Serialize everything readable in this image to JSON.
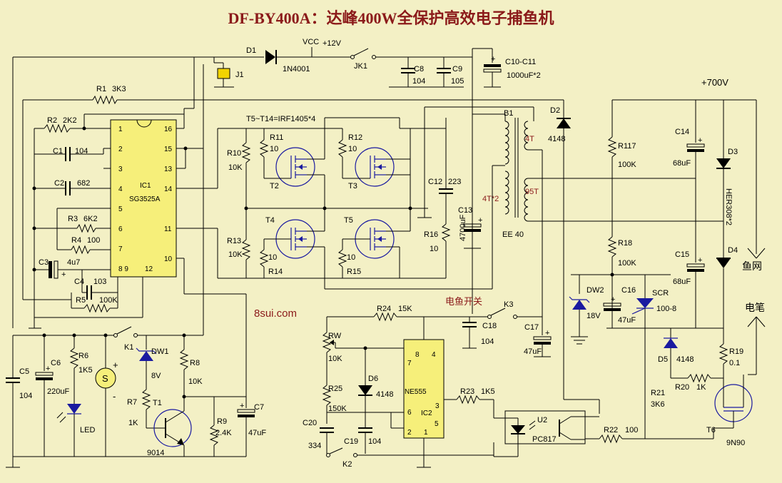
{
  "title": "DF-BY400A：达峰400W全保护高效电子捕鱼机",
  "site": "8sui.com",
  "supply": {
    "vcc": "VCC",
    "v12": "+12V",
    "v700": "+700V"
  },
  "switches": {
    "jk1": "JK1",
    "k1": "K1",
    "k2": "K2",
    "k3": "K3",
    "k3_label": "电鱼开关"
  },
  "connector": {
    "j1": "J1"
  },
  "d1": {
    "name": "D1",
    "value": "1N4001"
  },
  "ic1": {
    "name": "IC1",
    "part": "SG3525A",
    "pins": [
      "1",
      "2",
      "3",
      "4",
      "5",
      "6",
      "7",
      "8 9",
      "12",
      "10",
      "11",
      "13",
      "14",
      "15",
      "16"
    ]
  },
  "ic2": {
    "name": "IC2",
    "part": "NE555",
    "pins": [
      "8",
      "4",
      "7",
      "6",
      "2",
      "1",
      "5",
      "3"
    ]
  },
  "resistors": {
    "r1": [
      "R1",
      "3K3"
    ],
    "r2": [
      "R2",
      "2K2"
    ],
    "r3": [
      "R3",
      "6K2"
    ],
    "r4": [
      "R4",
      "100"
    ],
    "r5": [
      "R5",
      "100K"
    ],
    "r6": [
      "R6",
      "1K5"
    ],
    "r7": [
      "R7",
      "1K"
    ],
    "r8": [
      "R8",
      "10K"
    ],
    "r9": [
      "R9",
      "2.4K"
    ],
    "r10": [
      "R10",
      "10K"
    ],
    "r11": [
      "R11",
      "10"
    ],
    "r12": [
      "R12",
      "10"
    ],
    "r13": [
      "R13",
      "10K"
    ],
    "r14": [
      "R14",
      "10"
    ],
    "r15": [
      "R15",
      "10"
    ],
    "r16": [
      "R16",
      "10"
    ],
    "r117": [
      "R117",
      "100K"
    ],
    "r18": [
      "R18",
      "100K"
    ],
    "r19": [
      "R19",
      "0.1"
    ],
    "r20": [
      "R20",
      "1K"
    ],
    "r21": [
      "R21",
      "3K6"
    ],
    "r22": [
      "R22",
      "100"
    ],
    "r23": [
      "R23",
      "1K5"
    ],
    "r24": [
      "R24",
      "15K"
    ],
    "r25": [
      "R25",
      "150K"
    ],
    "rw": [
      "RW",
      "10K"
    ]
  },
  "capacitors": {
    "c1": [
      "C1",
      "104"
    ],
    "c2": [
      "C2",
      "682"
    ],
    "c3": [
      "C3",
      "4u7"
    ],
    "c4": [
      "C4",
      "103"
    ],
    "c5": [
      "C5",
      "104"
    ],
    "c6": [
      "C6",
      "220uF"
    ],
    "c7": [
      "C7",
      "47uF"
    ],
    "c8": [
      "C8",
      "104"
    ],
    "c9": [
      "C9",
      "105"
    ],
    "c10": [
      "C10-C11",
      "1000uF*2"
    ],
    "c12": [
      "C12",
      "223"
    ],
    "c13": [
      "C13",
      "4700uF"
    ],
    "c14": [
      "C14",
      "68uF"
    ],
    "c15": [
      "C15",
      "68uF"
    ],
    "c16": [
      "C16",
      "47uF"
    ],
    "c17": [
      "C17",
      "47uF"
    ],
    "c18": [
      "C18",
      "104"
    ],
    "c19": [
      "C19",
      "104"
    ],
    "c20": [
      "C20",
      "334"
    ]
  },
  "semis": {
    "d2": [
      "D2",
      "4148"
    ],
    "d3": [
      "D3",
      "HER308*2"
    ],
    "d4": [
      "D4"
    ],
    "d5": [
      "D5",
      "4148"
    ],
    "d6": [
      "D6",
      "4148"
    ],
    "dw1": [
      "DW1",
      "8V"
    ],
    "dw2": [
      "DW2",
      "18V"
    ],
    "scr": [
      "SCR",
      "100-8"
    ],
    "t1": [
      "T1",
      "9014"
    ],
    "t6": [
      "T6",
      "9N90"
    ],
    "u2": [
      "U2",
      "PC817"
    ],
    "led": "LED",
    "mosfet_note": "T5~T14=IRF1405*4",
    "t2": "T2",
    "t3": "T3",
    "t4": "T4",
    "t5": "T5"
  },
  "transformer": {
    "name": "B1",
    "core": "EE 40",
    "p4t": "4T",
    "p4t2": "4T*2",
    "s95t": "95T"
  },
  "outputs": {
    "fish_net": "鱼网",
    "pen": "电笔"
  },
  "meter": "S",
  "plus_sign": "+",
  "minus_sign": "-"
}
